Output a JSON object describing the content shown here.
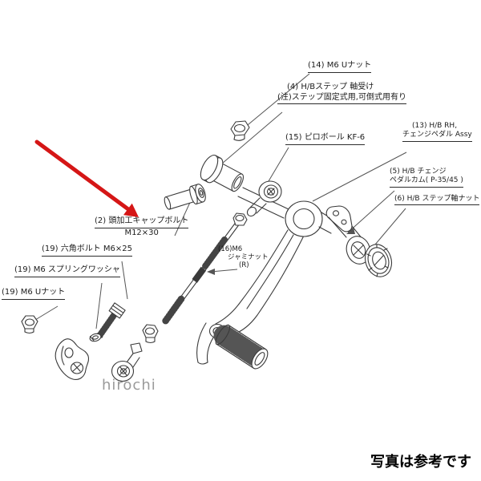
{
  "diagram": {
    "labels": {
      "part14": "(14) M6 Uナット",
      "part4_line1": "(4) H/Bステップ 軸受け",
      "part4_line2": "(注)ステップ固定式用,可倒式用有り",
      "part15": "(15) ピロボール KF-6",
      "part13_line1": "(13) H/B RH,",
      "part13_line2": "チェンジペダル Assy",
      "part5_line1": "(5) H/B チェンジ",
      "part5_line2": "ペダルカム( P-35/45 )",
      "part6": "(6) H/B ステップ軸ナット",
      "part2_line1": "(2) 頭加工キャップボルト",
      "part2_line2": "M12×30",
      "part19_bolt": "(19) 六角ボルト M6×25",
      "part19_washer": "(19) M6 スプリングワッシャ",
      "part19_nut": "(19) M6 Uナット",
      "part16_line1": "(16)M6",
      "part16_line2": "ジャミナット",
      "part16_line3": "(R)"
    },
    "watermark": "hirochi",
    "caption": "写真は参考です",
    "colors": {
      "arrow": "#d51616",
      "line": "#3a3a3a"
    }
  }
}
